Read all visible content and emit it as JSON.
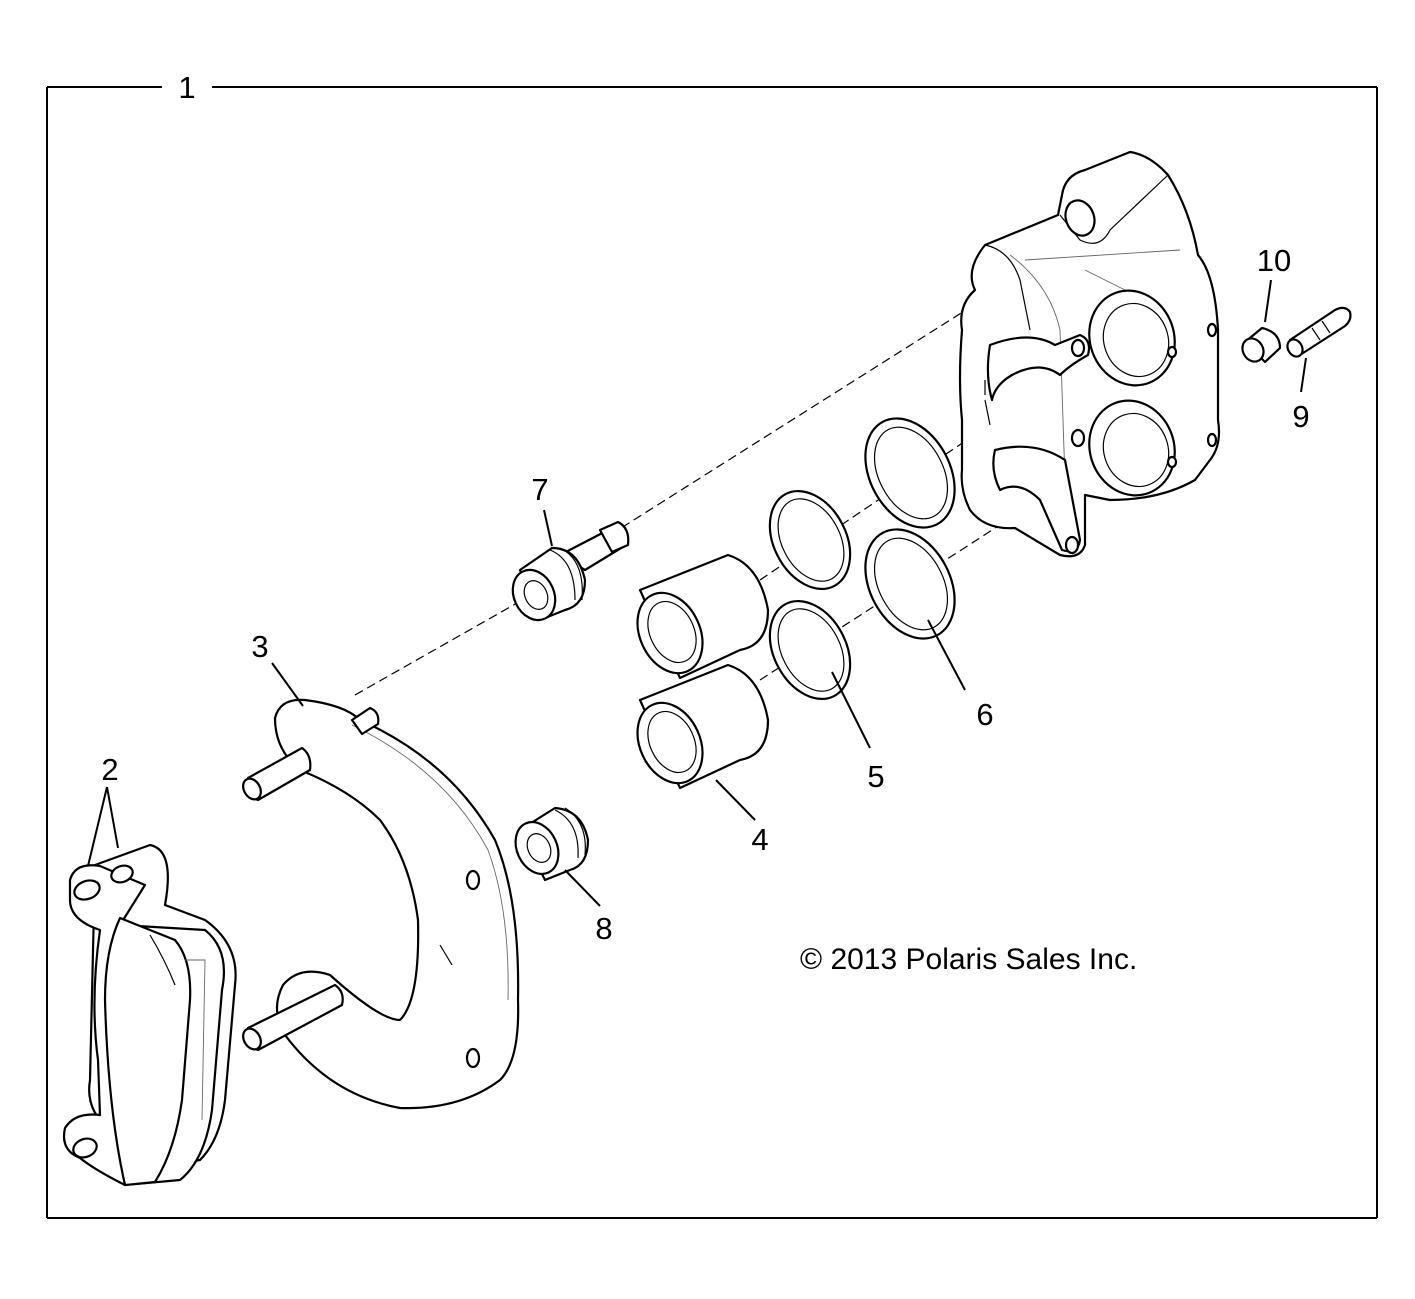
{
  "callouts": {
    "c1": "1",
    "c2": "2",
    "c3": "3",
    "c4": "4",
    "c5": "5",
    "c6": "6",
    "c7": "7",
    "c8": "8",
    "c9": "9",
    "c10": "10"
  },
  "copyright": "© 2013 Polaris Sales Inc.",
  "colors": {
    "line": "#000000",
    "background": "#ffffff"
  }
}
